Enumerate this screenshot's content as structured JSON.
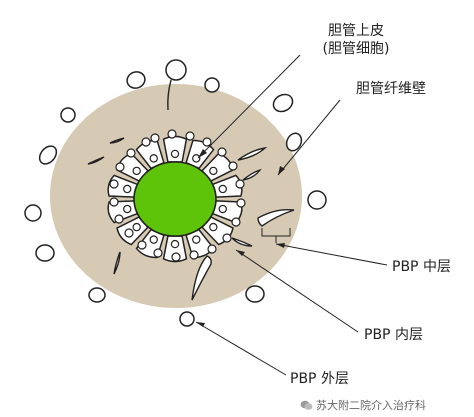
{
  "labels": {
    "bile_duct_epithelium_line1": "胆管上皮",
    "bile_duct_epithelium_line2": "(胆管细胞)",
    "bile_duct_wall": "胆管纤维壁",
    "pbp_middle": "PBP 中层",
    "pbp_inner": "PBP 内层",
    "pbp_outer": "PBP 外层"
  },
  "watermark": {
    "text": "苏大附二院介入治疗科",
    "icon": "wechat-icon"
  },
  "colors": {
    "wall": "#d7cab5",
    "lumen": "#5ec40a",
    "outline": "#222222",
    "cell_fill": "#ffffff"
  }
}
